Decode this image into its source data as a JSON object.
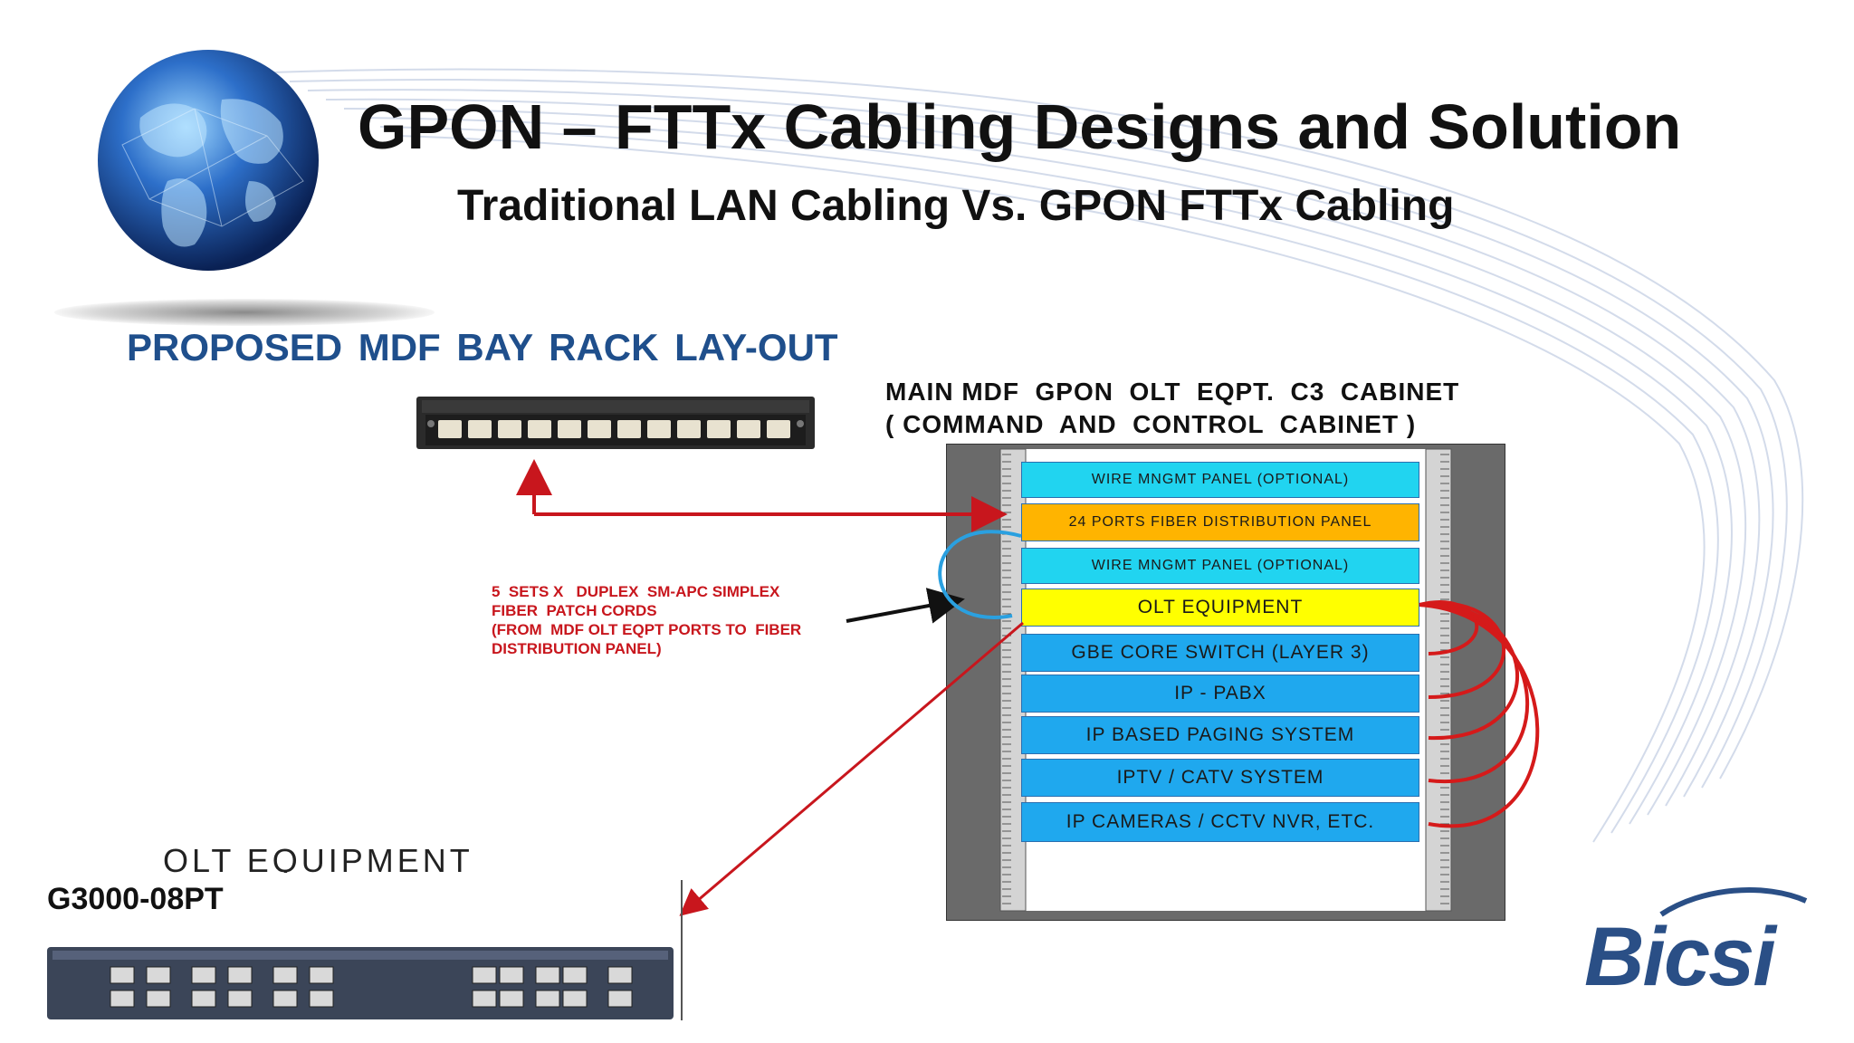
{
  "header": {
    "title": "GPON – FTTx  Cabling Designs and Solution",
    "subtitle": "Traditional LAN Cabling  Vs. GPON FTTx  Cabling"
  },
  "section_heading": "PROPOSED   MDF  BAY RACK  LAY-OUT",
  "cabinet": {
    "title_line1": "MAIN MDF  GPON  OLT  EQPT.  C3  CABINET",
    "title_line2": "( COMMAND  AND  CONTROL  CABINET )",
    "slots": [
      {
        "label": "WIRE MNGMT PANEL (OPTIONAL)",
        "color": "#21d4f0"
      },
      {
        "label": "24 PORTS FIBER DISTRIBUTION PANEL",
        "color": "#ffb400"
      },
      {
        "label": "WIRE MNGMT PANEL (OPTIONAL)",
        "color": "#21d4f0"
      },
      {
        "label": "OLT  EQUIPMENT",
        "color": "#ffff00"
      },
      {
        "label": "GBE  CORE  SWITCH  (LAYER 3)",
        "color": "#1fa8ee"
      },
      {
        "label": "IP - PABX",
        "color": "#1fa8ee"
      },
      {
        "label": "IP BASED  PAGING  SYSTEM",
        "color": "#1fa8ee"
      },
      {
        "label": "IPTV / CATV  SYSTEM",
        "color": "#1fa8ee"
      },
      {
        "label": "IP CAMERAS / CCTV  NVR, ETC.",
        "color": "#1fa8ee"
      }
    ]
  },
  "patch_note": {
    "line1": "5  SETS X   DUPLEX  SM-APC SIMPLEX",
    "line2": "FIBER  PATCH CORDS",
    "line3": "(FROM  MDF OLT EQPT PORTS TO  FIBER",
    "line4": "DISTRIBUTION PANEL)"
  },
  "olt_caption": "OLT  EQUIPMENT",
  "olt_model": "G3000-08PT",
  "logo_text": "Bicsi",
  "colors": {
    "accent_blue": "#1f4f8c",
    "arrow_red": "#c8161d",
    "patch_blue": "#2aa0e0"
  },
  "icons": [
    "globe-icon",
    "patch-panel-image",
    "olt-device-image",
    "bicsi-logo"
  ]
}
